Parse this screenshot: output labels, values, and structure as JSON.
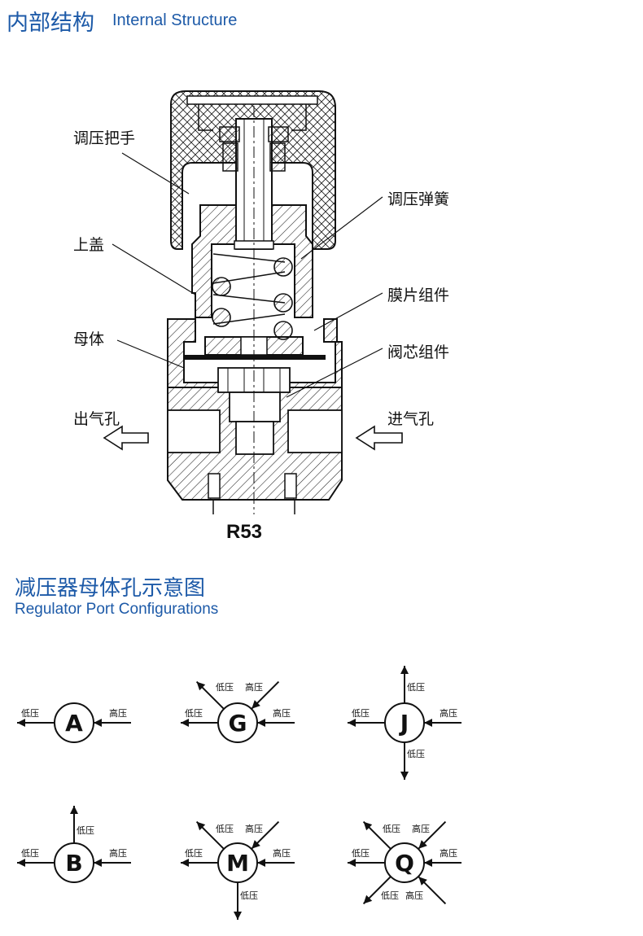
{
  "header1": {
    "title_cn": "内部结构",
    "title_en": "Internal Structure"
  },
  "labels": {
    "handle": "调压把手",
    "spring": "调压弹簧",
    "cover": "上盖",
    "diaphragm": "膜片组件",
    "body": "母体",
    "valve_core": "阀芯组件",
    "outlet": "出气孔",
    "inlet": "进气孔"
  },
  "model": "R53",
  "header2": {
    "title_cn": "减压器母体孔示意图",
    "title_en": "Regulator Port Configurations"
  },
  "ports": {
    "low_label": "低压",
    "high_label": "高压",
    "items": [
      {
        "letter": "A"
      },
      {
        "letter": "G"
      },
      {
        "letter": "J"
      },
      {
        "letter": "B"
      },
      {
        "letter": "M"
      },
      {
        "letter": "Q"
      }
    ]
  }
}
